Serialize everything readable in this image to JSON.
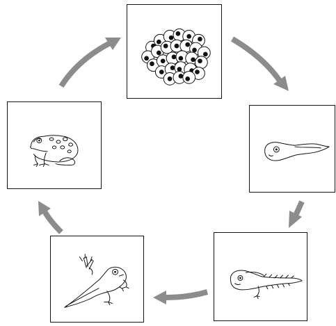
{
  "diagram": {
    "stages": [
      {
        "id": "eggs",
        "icon": "frog-eggs-icon"
      },
      {
        "id": "tadpole",
        "icon": "tadpole-icon"
      },
      {
        "id": "tadpole-with-legs",
        "icon": "tadpole-with-legs-icon"
      },
      {
        "id": "froglet",
        "icon": "froglet-icon"
      },
      {
        "id": "adult-frog",
        "icon": "adult-frog-icon"
      }
    ],
    "arrow_color": "#8c8c8c",
    "border_color": "#111111"
  }
}
